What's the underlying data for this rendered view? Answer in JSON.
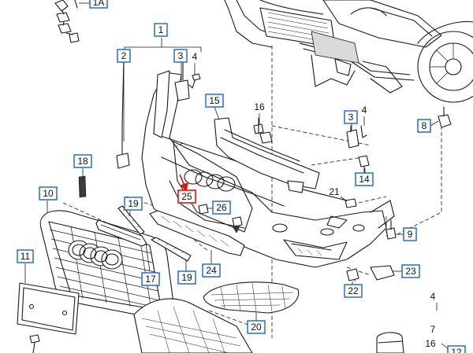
{
  "diagram": {
    "callouts_boxed": [
      {
        "id": "1A",
        "text": "1A"
      },
      {
        "id": "1",
        "text": "1"
      },
      {
        "id": "2",
        "text": "2"
      },
      {
        "id": "3a",
        "text": "3"
      },
      {
        "id": "3b",
        "text": "3"
      },
      {
        "id": "8",
        "text": "8"
      },
      {
        "id": "9",
        "text": "9"
      },
      {
        "id": "10",
        "text": "10"
      },
      {
        "id": "11",
        "text": "11"
      },
      {
        "id": "12",
        "text": "12"
      },
      {
        "id": "14",
        "text": "14"
      },
      {
        "id": "15",
        "text": "15"
      },
      {
        "id": "17",
        "text": "17"
      },
      {
        "id": "18",
        "text": "18"
      },
      {
        "id": "19a",
        "text": "19"
      },
      {
        "id": "19b",
        "text": "19"
      },
      {
        "id": "20",
        "text": "20"
      },
      {
        "id": "22",
        "text": "22"
      },
      {
        "id": "23",
        "text": "23"
      },
      {
        "id": "24",
        "text": "24"
      },
      {
        "id": "26",
        "text": "26"
      }
    ],
    "callouts_plain": [
      {
        "id": "4a",
        "text": "4"
      },
      {
        "id": "4b",
        "text": "4"
      },
      {
        "id": "16a",
        "text": "16"
      },
      {
        "id": "21",
        "text": "21"
      },
      {
        "id": "4c",
        "text": "4"
      },
      {
        "id": "7",
        "text": "7"
      },
      {
        "id": "16b",
        "text": "16"
      }
    ],
    "highlighted_callout": {
      "id": "25",
      "text": "25",
      "color": "#e01010"
    },
    "colors": {
      "callout_border": "#1a64c8",
      "highlight": "#e01010",
      "line": "#1a1a1a"
    }
  }
}
